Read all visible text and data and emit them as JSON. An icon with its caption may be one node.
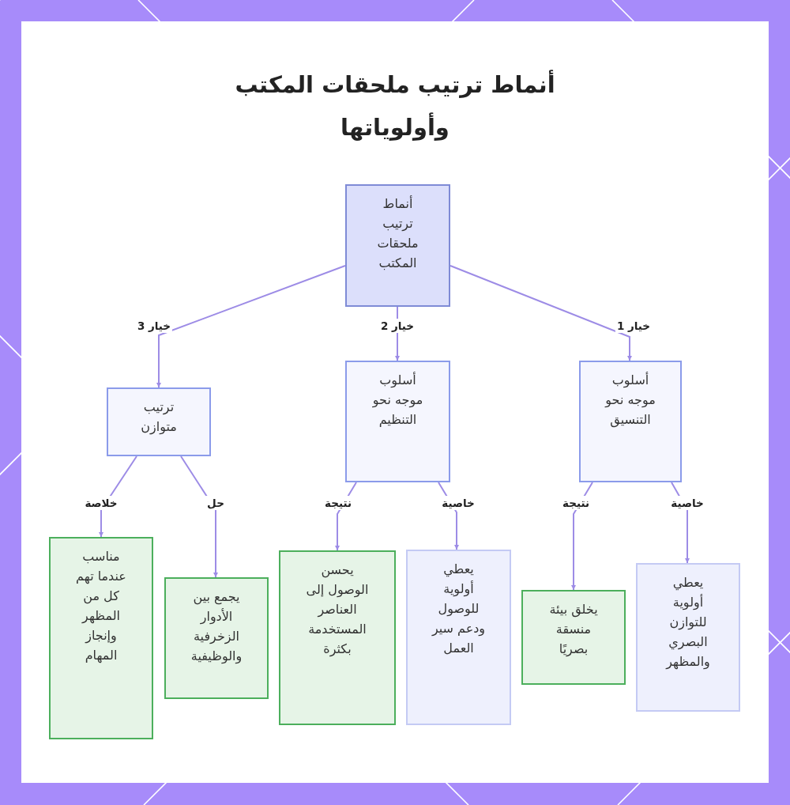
{
  "diagram": {
    "title": "أنماط ترتيب ملحقات المكتب وأولوياتها",
    "nodes": [
      {
        "text": [
          "أنماط ترتيب ملحقات المكتب"
        ]
      },
      {
        "text": [
          "أسلوب موجه نحو التنسيق"
        ]
      },
      {
        "text": [
          "أسلوب موجه نحو التنظيم"
        ]
      },
      {
        "text": [
          "ترتيب متوازن"
        ]
      },
      {
        "text": [
          "يعطي أولوية للتوازن البصري والمظهر"
        ]
      },
      {
        "text": [
          "يخلق بيئة منسقة بصريًا"
        ]
      },
      {
        "text": [
          "يعطي أولوية للوصول ودعم سير العمل"
        ]
      },
      {
        "text": [
          "يحسن الوصول إلى العناصر المستخدمة بكثرة"
        ]
      },
      {
        "text": [
          "يجمع بين الأدوار الزخرفية والوظيفية"
        ]
      },
      {
        "text": [
          "مناسب عندما تهم كل من المظهر وإنجاز المهام"
        ]
      }
    ],
    "edges": [
      {
        "from": 0,
        "to": 1,
        "arrow": "to",
        "label": "خيار 1"
      },
      {
        "from": 0,
        "to": 2,
        "arrow": "to",
        "label": "خيار 2"
      },
      {
        "from": 0,
        "to": 3,
        "arrow": "to",
        "label": "خيار 3"
      },
      {
        "from": 1,
        "to": 4,
        "arrow": "to",
        "label": "خاصية"
      },
      {
        "from": 1,
        "to": 5,
        "arrow": "to",
        "label": "نتيجة"
      },
      {
        "from": 2,
        "to": 6,
        "arrow": "to",
        "label": "خاصية"
      },
      {
        "from": 2,
        "to": 7,
        "arrow": "to",
        "label": "نتيجة"
      },
      {
        "from": 3,
        "to": 8,
        "arrow": "to",
        "label": "حل"
      },
      {
        "from": 3,
        "to": 9,
        "arrow": "to",
        "label": "خلاصة"
      }
    ]
  }
}
